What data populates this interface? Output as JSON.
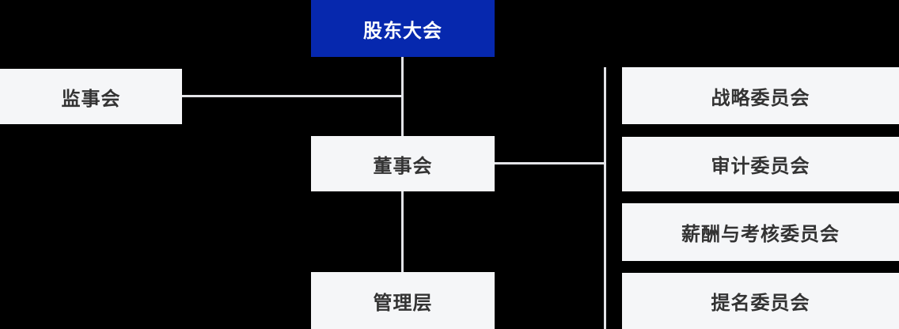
{
  "org_chart": {
    "root": {
      "label": "股东大会"
    },
    "supervisory": {
      "label": "监事会"
    },
    "board": {
      "label": "董事会"
    },
    "management": {
      "label": "管理层"
    },
    "committees": [
      {
        "label": "战略委员会"
      },
      {
        "label": "审计委员会"
      },
      {
        "label": "薪酬与考核委员会"
      },
      {
        "label": "提名委员会"
      }
    ]
  },
  "colors": {
    "background": "#000000",
    "primary_node_bg": "#0628ae",
    "primary_node_text": "#ffffff",
    "node_bg": "#f5f6f8",
    "node_text": "#333333",
    "connector": "#e3e4e8"
  }
}
